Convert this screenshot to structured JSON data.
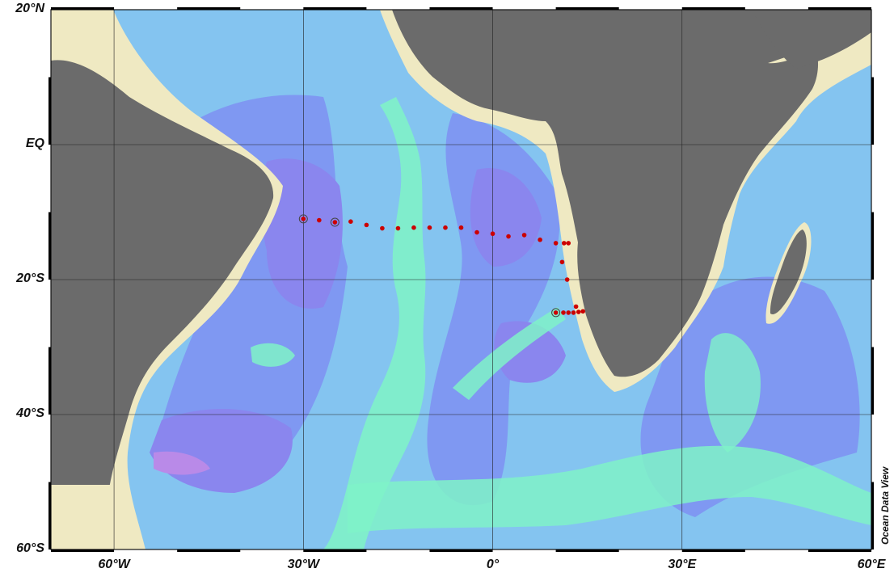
{
  "map": {
    "projection": "equirectangular",
    "lon_range": [
      -70,
      60
    ],
    "lat_range": [
      -60,
      20
    ],
    "lat_ticks": [
      {
        "value": 20,
        "label": "20°N"
      },
      {
        "value": 0,
        "label": "EQ"
      },
      {
        "value": -20,
        "label": "20°S"
      },
      {
        "value": -40,
        "label": "40°S"
      },
      {
        "value": -60,
        "label": "60°S"
      }
    ],
    "lon_ticks": [
      {
        "value": -60,
        "label": "60°W"
      },
      {
        "value": -30,
        "label": "30°W"
      },
      {
        "value": 0,
        "label": "0°"
      },
      {
        "value": 30,
        "label": "30°E"
      },
      {
        "value": 60,
        "label": "60°E"
      }
    ],
    "gridlines": true,
    "credit": "Ocean Data View",
    "colors": {
      "land": "#6b6b6b",
      "shelf": "#efe9c2",
      "slope": "#bfeea0",
      "ridge": "#7ff2c8",
      "mid_depth": "#84c4f0",
      "deep": "#7f98f2",
      "abyss": "#8a86ee",
      "trench": "#b98ae8",
      "station": "#cc0000",
      "grid": "#222222"
    },
    "stations": [
      {
        "lon": -30,
        "lat": -11,
        "highlight": true
      },
      {
        "lon": -25,
        "lat": -11.5,
        "highlight": true
      },
      {
        "lon": -27.5,
        "lat": -11.2
      },
      {
        "lon": -22.5,
        "lat": -11.4
      },
      {
        "lon": -20,
        "lat": -11.9
      },
      {
        "lon": -17.5,
        "lat": -12.4
      },
      {
        "lon": -15,
        "lat": -12.4
      },
      {
        "lon": -12.5,
        "lat": -12.3
      },
      {
        "lon": -10,
        "lat": -12.3
      },
      {
        "lon": -7.5,
        "lat": -12.3
      },
      {
        "lon": -5,
        "lat": -12.3
      },
      {
        "lon": -2.5,
        "lat": -13.0
      },
      {
        "lon": 0,
        "lat": -13.2
      },
      {
        "lon": 2.5,
        "lat": -13.6
      },
      {
        "lon": 5,
        "lat": -13.4
      },
      {
        "lon": 7.5,
        "lat": -14.1
      },
      {
        "lon": 10,
        "lat": -14.6
      },
      {
        "lon": 11.3,
        "lat": -14.6
      },
      {
        "lon": 12.0,
        "lat": -14.6
      },
      {
        "lon": 11.0,
        "lat": -17.4
      },
      {
        "lon": 11.8,
        "lat": -20.0
      },
      {
        "lon": 10,
        "lat": -24.9,
        "highlight": true
      },
      {
        "lon": 11.2,
        "lat": -24.9
      },
      {
        "lon": 12.0,
        "lat": -24.9
      },
      {
        "lon": 12.8,
        "lat": -24.9
      },
      {
        "lon": 13.6,
        "lat": -24.8
      },
      {
        "lon": 14.3,
        "lat": -24.7
      },
      {
        "lon": 13.2,
        "lat": -24.0
      }
    ]
  }
}
